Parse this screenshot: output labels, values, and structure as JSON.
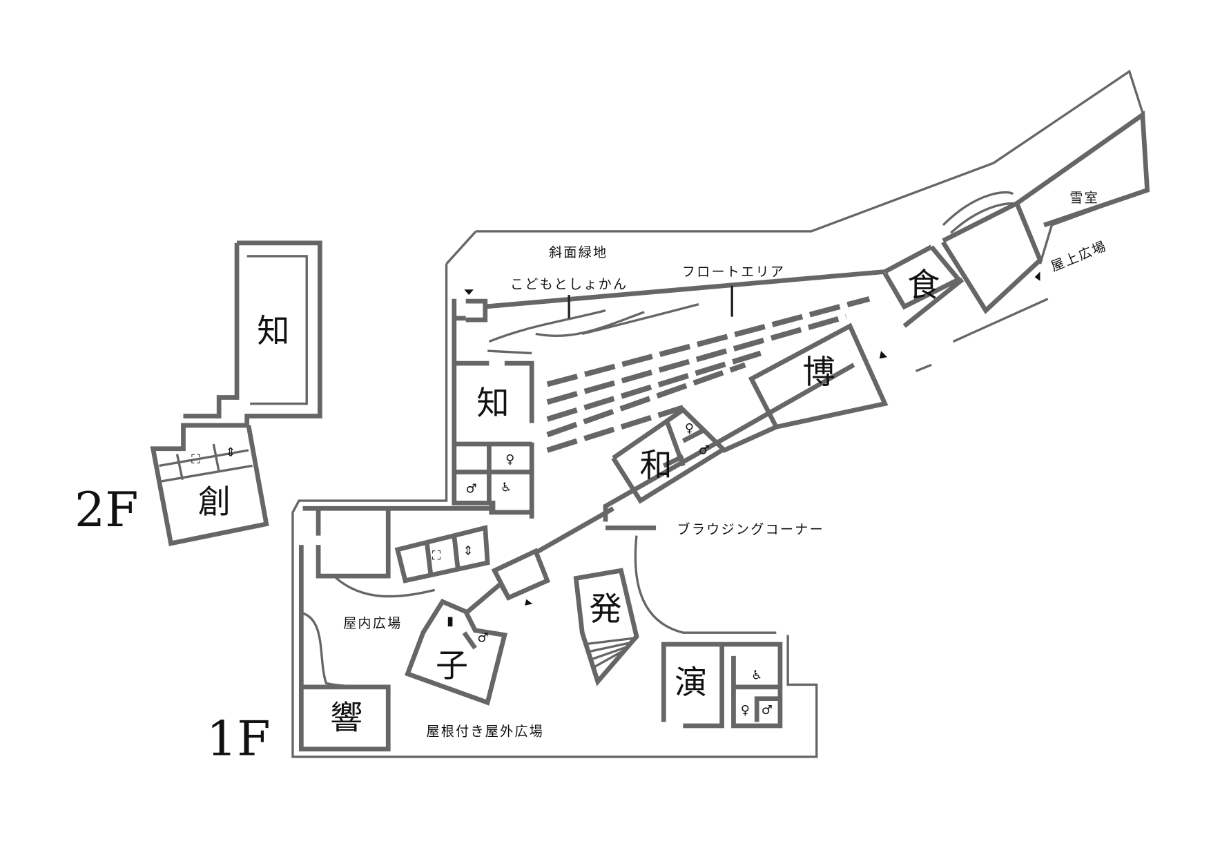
{
  "floors": {
    "f2": "2F",
    "f1": "1F"
  },
  "rooms": {
    "chi_2f": "知",
    "so": "創",
    "chi_1f": "知",
    "wa": "和",
    "haku": "博",
    "shoku": "食",
    "setsushitsu": "雪室",
    "hatsu": "発",
    "en": "演",
    "ko": "子",
    "hibiki": "響"
  },
  "labels": {
    "shamen_ryokuchi": "斜面緑地",
    "kodomo_toshokan": "こどもとしょかん",
    "float_area": "フロートエリア",
    "okujo_hiroba": "屋上広場",
    "browsing_corner": "ブラウジングコーナー",
    "okunai_hiroba": "屋内広場",
    "yanetsuki_okugai_hiroba": "屋根付き屋外広場"
  },
  "colors": {
    "wall": "#666666",
    "text": "#111111"
  }
}
